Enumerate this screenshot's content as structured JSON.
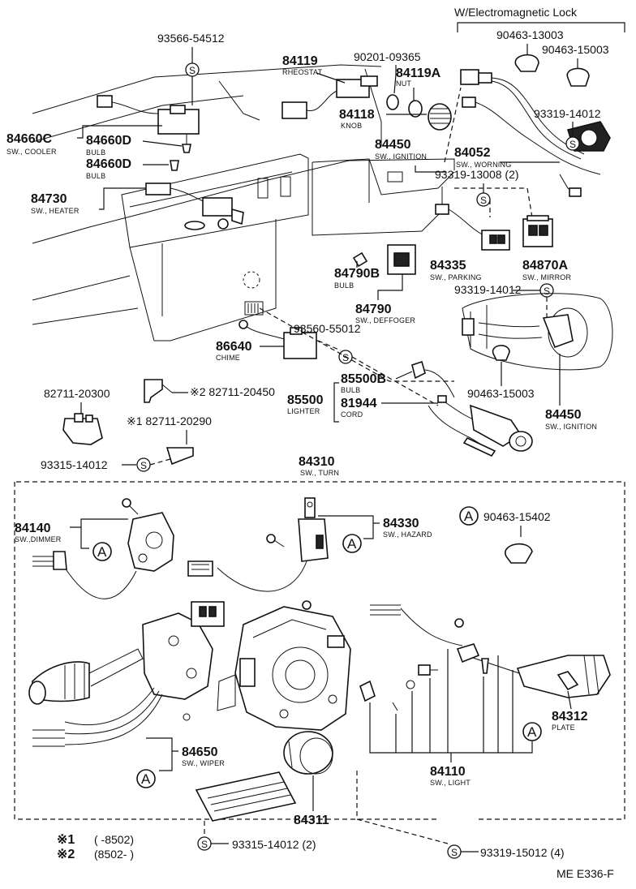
{
  "header": {
    "lock_title": "W/Electromagnetic Lock",
    "figure_code": "ME E336-F"
  },
  "parts": {
    "p93566_54512": "93566-54512",
    "p84119": "84119",
    "p84119_sub": "RHEOSTAT",
    "p90201": "90201-09365",
    "p84119A": "84119A",
    "p84119A_sub": "NUT",
    "p84118": "84118",
    "p84118_sub": "KNOB",
    "p90463_13003": "90463-13003",
    "p90463_15003_top": "90463-15003",
    "p93319_14012_top": "93319-14012",
    "p84660C": "84660C",
    "p84660C_sub": "SW., COOLER",
    "p84660D_1": "84660D",
    "p84660D_1_sub": "BULB",
    "p84660D_2": "84660D",
    "p84660D_2_sub": "BULB",
    "p84450_top": "84450",
    "p84450_top_sub": "SW., IGNITION",
    "p84052": "84052",
    "p84052_sub": "SW., WORNING",
    "p93319_13008": "93319-13008 (2)",
    "p84730": "84730",
    "p84730_sub": "SW., HEATER",
    "p84335": "84335",
    "p84335_sub": "SW., PARKING",
    "p84870A": "84870A",
    "p84870A_sub": "SW., MIRROR",
    "p84790B": "84790B",
    "p84790B_sub": "BULB",
    "p93319_14012_mid": "93319-14012",
    "p84790": "84790",
    "p84790_sub": "SW., DEFFOGER",
    "p93560_55012": "93560-55012",
    "p86640": "86640",
    "p86640_sub": "CHIME",
    "p85500B": "85500B",
    "p85500B_sub": "BULB",
    "p90463_15003_mid": "90463-15003",
    "p85500": "85500",
    "p85500_sub": "LIGHTER",
    "p81944": "81944",
    "p81944_sub": "CORD",
    "p84450_bot": "84450",
    "p84450_bot_sub": "SW., IGNITION",
    "p82711_20300": "82711-20300",
    "p82711_20450": "※2 82711-20450",
    "p82711_20290": "※1 82711-20290",
    "p93315_14012_left": "93315-14012",
    "p84310": "84310",
    "p84310_sub": "SW., TURN",
    "p84140": "84140",
    "p84140_sub": "SW.,DIMMER",
    "p84330": "84330",
    "p84330_sub": "SW., HAZARD",
    "p90463_15402": "90463-15402",
    "p84312": "84312",
    "p84312_sub": "PLATE",
    "p84650": "84650",
    "p84650_sub": "SW., WIPER",
    "p84110": "84110",
    "p84110_sub": "SW., LIGHT",
    "p84311": "84311",
    "p93315_14012_bot": "93315-14012 (2)",
    "p93319_15012": "93319-15012 (4)"
  },
  "symbols": {
    "s": "S",
    "a": "A"
  },
  "notes": {
    "n1_mark": "※1",
    "n1_range": "(      -8502)",
    "n2_mark": "※2",
    "n2_range": "(8502-        )"
  }
}
